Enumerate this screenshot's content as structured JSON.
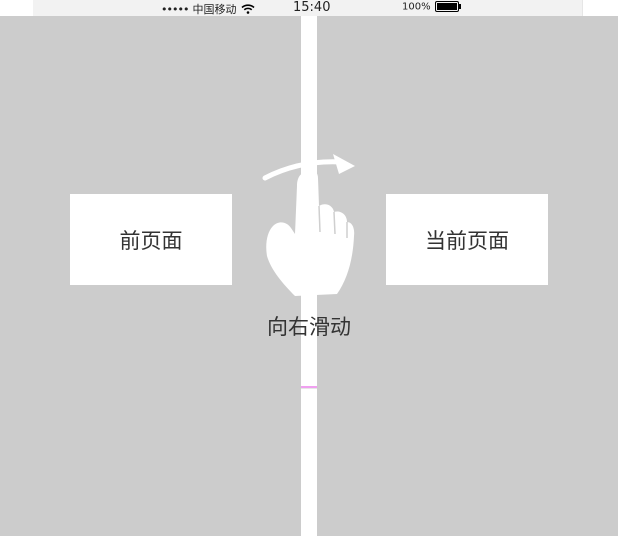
{
  "status_bar": {
    "signal_dots": "•••••",
    "carrier": "中国移动",
    "wifi_icon": "wifi-icon",
    "time": "15:40",
    "battery_percent": "100%",
    "battery_level": 1.0
  },
  "panels": {
    "previous_page_label": "前页面",
    "current_page_label": "当前页面"
  },
  "gesture_hint": {
    "icon": "swipe-hand-icon",
    "label": "向右滑动"
  },
  "colors": {
    "panel_background": "#cccccc",
    "card_background": "#ffffff",
    "text": "#333333"
  }
}
